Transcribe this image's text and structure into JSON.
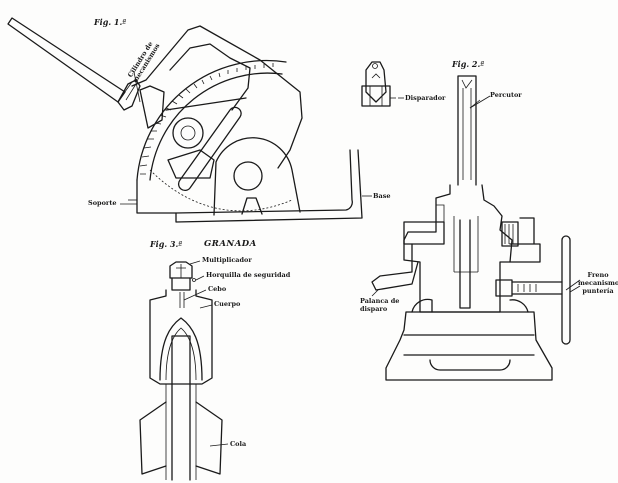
{
  "figures": {
    "fig1": {
      "title": "Fig. 1.ª",
      "labels": {
        "cilindro": "Cilindro de mecanismos",
        "soporte": "Soporte",
        "base": "Base"
      }
    },
    "fig2": {
      "title": "Fig. 2.ª",
      "labels": {
        "disparador": "Disparador",
        "percutor": "Percutor",
        "palanca": "Palanca de disparo",
        "freno": "Freno mecanismo puntería"
      }
    },
    "fig3": {
      "title": "Fig. 3.ª",
      "subtitle": "GRANADA",
      "labels": {
        "multiplicador": "Multiplicador",
        "horquilla": "Horquilla de seguridad",
        "cebo": "Cebo",
        "cuerpo": "Cuerpo",
        "cola": "Cola"
      }
    }
  },
  "colors": {
    "ink": "#1a1a1a",
    "paper": "#fdfdfc"
  }
}
